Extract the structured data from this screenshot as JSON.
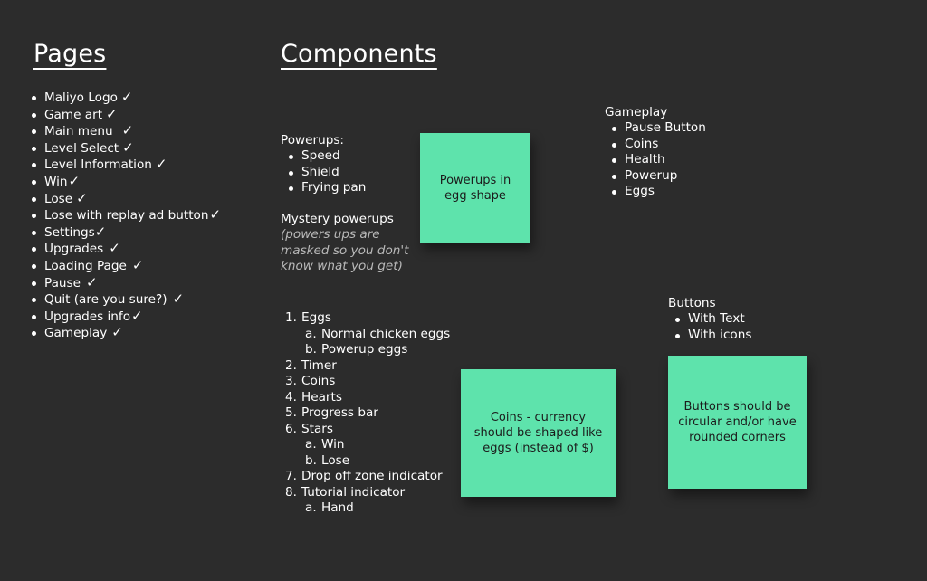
{
  "pages": {
    "heading": "Pages",
    "items": [
      {
        "label": "Maliyo Logo"
      },
      {
        "label": "Game art"
      },
      {
        "label": "Main menu"
      },
      {
        "label": "Level Select"
      },
      {
        "label": "Level Information"
      },
      {
        "label": "Win"
      },
      {
        "label": "Lose"
      },
      {
        "label": "Lose with replay ad button"
      },
      {
        "label": "Settings"
      },
      {
        "label": "Upgrades"
      },
      {
        "label": "Loading Page"
      },
      {
        "label": "Pause"
      },
      {
        "label": "Quit (are you sure?)"
      },
      {
        "label": "Upgrades info"
      },
      {
        "label": "Gameplay"
      }
    ],
    "check_glyph": "✓"
  },
  "components": {
    "heading": "Components",
    "powerups": {
      "title": "Powerups:",
      "items": [
        "Speed",
        "Shield",
        "Frying pan"
      ]
    },
    "mystery": {
      "title": "Mystery powerups",
      "note": "(powers ups are masked so you don't know what you get)"
    },
    "gameplay": {
      "title": "Gameplay",
      "items": [
        "Pause Button",
        "Coins",
        "Health",
        "Powerup",
        "Eggs"
      ]
    },
    "buttons": {
      "title": "Buttons",
      "items": [
        "With Text",
        "With icons"
      ]
    },
    "numbered": [
      {
        "n": "1.",
        "label": "Eggs"
      },
      {
        "n": "a.",
        "label": "Normal chicken eggs",
        "sub": true
      },
      {
        "n": "b.",
        "label": "Powerup eggs",
        "sub": true
      },
      {
        "n": "2.",
        "label": "Timer"
      },
      {
        "n": "3.",
        "label": "Coins"
      },
      {
        "n": "4.",
        "label": "Hearts"
      },
      {
        "n": "5.",
        "label": "Progress bar"
      },
      {
        "n": "6.",
        "label": "Stars"
      },
      {
        "n": "a.",
        "label": "Win",
        "sub": true
      },
      {
        "n": "b.",
        "label": "Lose",
        "sub": true
      },
      {
        "n": "7.",
        "label": "Drop off zone indicator"
      },
      {
        "n": "8.",
        "label": "Tutorial indicator"
      },
      {
        "n": "a.",
        "label": "Hand",
        "sub": true
      }
    ]
  },
  "stickies": {
    "powerups": "Powerups in egg shape",
    "coins": "Coins - currency should be shaped like eggs (instead of $)",
    "buttons": "Buttons should be circular and/or have rounded corners"
  },
  "colors": {
    "background": "#2c2c2c",
    "sticky": "#5ee3ac"
  }
}
